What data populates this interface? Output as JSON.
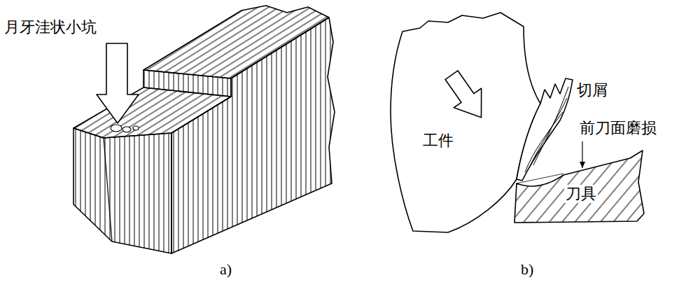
{
  "diagram": {
    "labels": [
      "月牙洼状小坑",
      "切屑",
      "前刀面磨损",
      "工件",
      "刀具",
      "a)",
      "b)"
    ]
  }
}
